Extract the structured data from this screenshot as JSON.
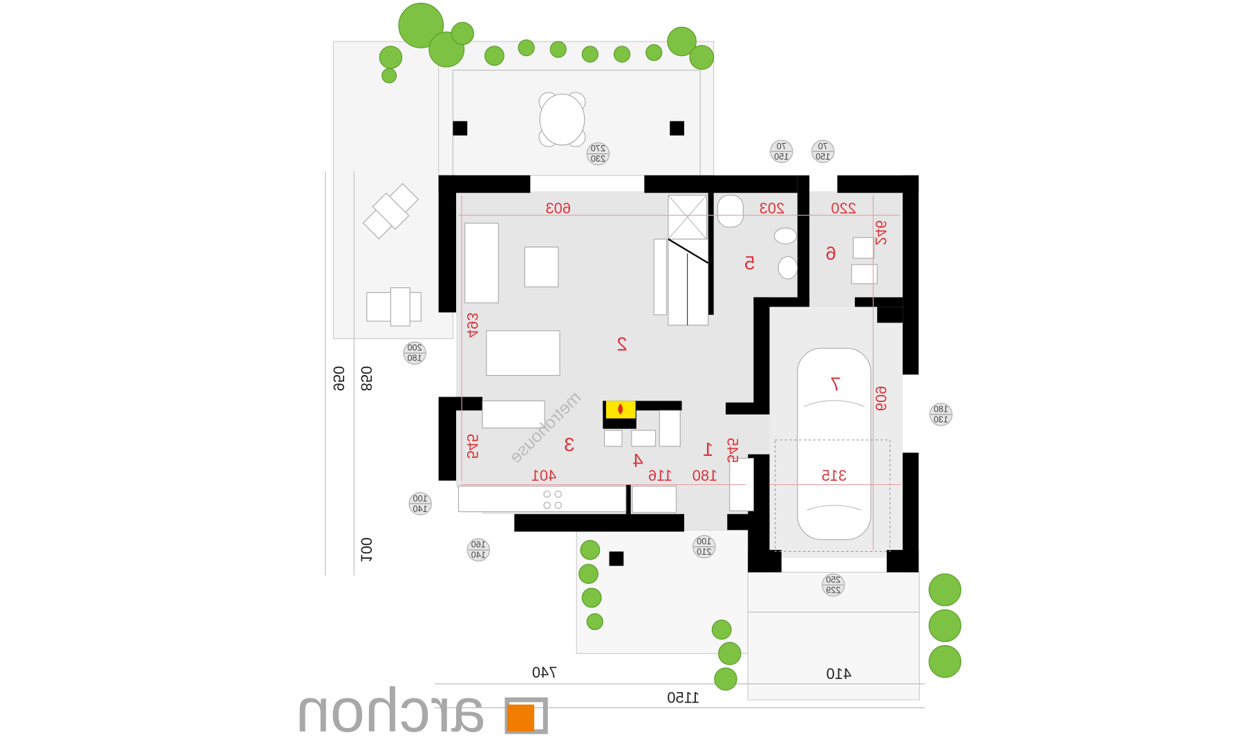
{
  "rooms": [
    {
      "number": "1"
    },
    {
      "number": "2"
    },
    {
      "number": "3"
    },
    {
      "number": "4"
    },
    {
      "number": "5"
    },
    {
      "number": "6"
    },
    {
      "number": "7"
    }
  ],
  "dimensions": {
    "living_width": "603",
    "bath_width": "203",
    "utility_width": "220",
    "utility_depth": "246",
    "living_depth": "493",
    "garage_depth": "609",
    "kitchen_depth": "545",
    "hall_depth": "545",
    "kitchen_width": "401",
    "pantry_width": "116",
    "hall_width": "180",
    "garage_width": "315",
    "total_depth": "950",
    "house_depth": "850",
    "porch_depth": "100",
    "left_width": "740",
    "garage_total_width": "410",
    "total_width": "1150"
  },
  "windows": [
    {
      "top": "270",
      "bottom": "230"
    },
    {
      "top": "70",
      "bottom": "150"
    },
    {
      "top": "70",
      "bottom": "150"
    },
    {
      "top": "200",
      "bottom": "180"
    },
    {
      "top": "180",
      "bottom": "130"
    },
    {
      "top": "100",
      "bottom": "140"
    },
    {
      "top": "160",
      "bottom": "140"
    },
    {
      "top": "100",
      "bottom": "210"
    },
    {
      "top": "250",
      "bottom": "229"
    }
  ],
  "logo": {
    "text": "archon",
    "accent": "#f07d00"
  },
  "watermark": {
    "text": "metrohouse"
  },
  "colors": {
    "dimension": "#d9363e",
    "wall": "#000000",
    "floor": "#e6e6e6",
    "plant": "#7dc242",
    "fireplace": "#ffe600"
  }
}
